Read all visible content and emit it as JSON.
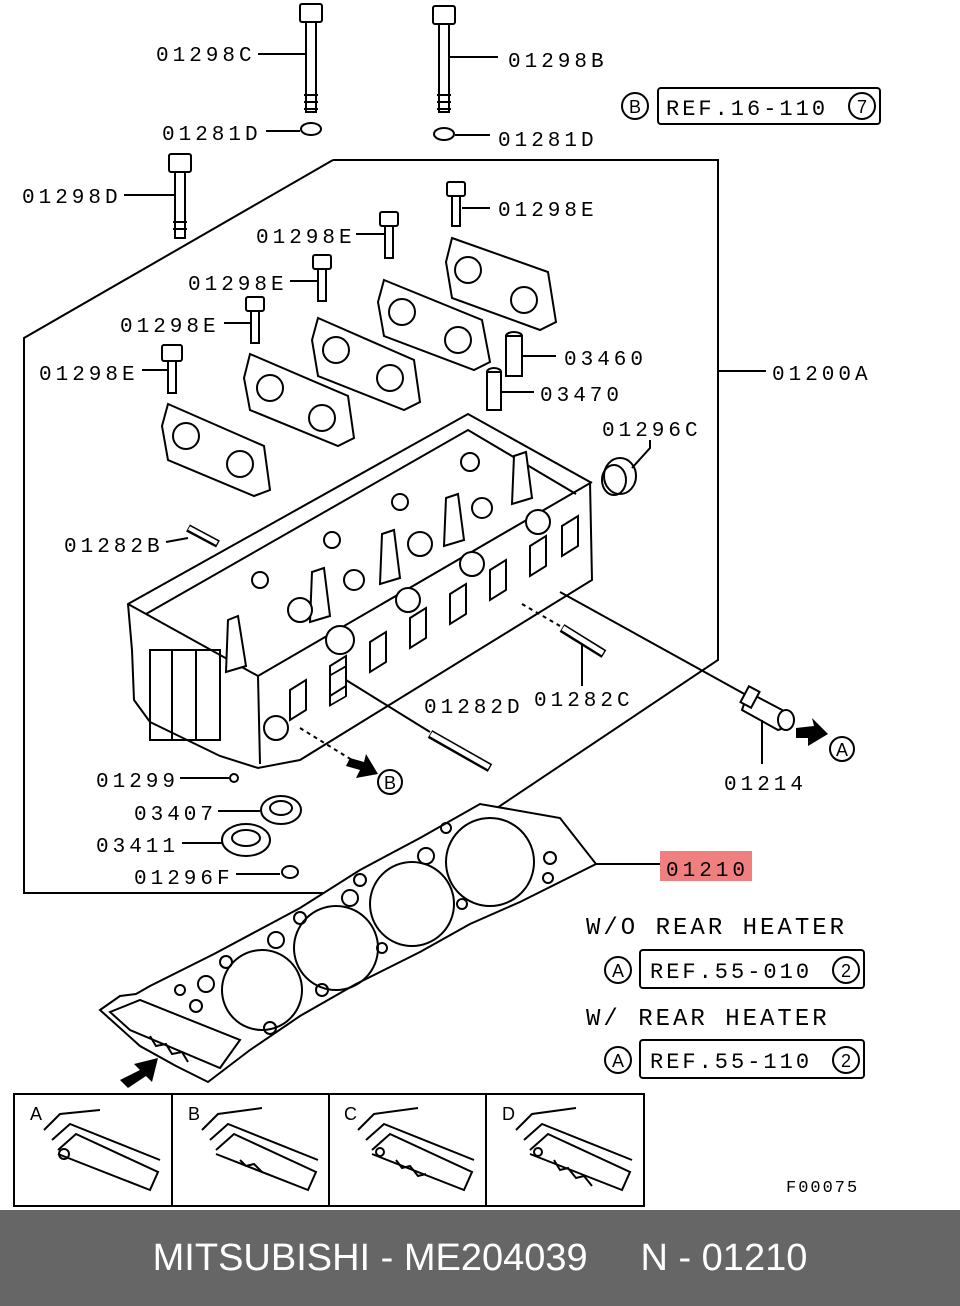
{
  "labels": {
    "c01298C": "01298C",
    "c01298B": "01298B",
    "c01281D_left": "01281D",
    "c01281D_right": "01281D",
    "c01298D": "01298D",
    "c01298E_1": "01298E",
    "c01298E_2": "01298E",
    "c01298E_3": "01298E",
    "c01298E_4": "01298E",
    "c01298E_5": "01298E",
    "c03460": "03460",
    "c03470": "03470",
    "c01200A": "01200A",
    "c01296C": "01296C",
    "c01282B": "01282B",
    "c01282D": "01282D",
    "c01282C": "01282C",
    "c01214": "01214",
    "c01299": "01299",
    "c03407": "03407",
    "c03411": "03411",
    "c01296F": "01296F",
    "c01210": "01210"
  },
  "refs": {
    "ref_b": {
      "circle": "B",
      "text": "REF.16-110",
      "num": "7"
    },
    "ref_a1": {
      "circle": "A",
      "text": "REF.55-010",
      "num": "2"
    },
    "ref_a2": {
      "circle": "A",
      "text": "REF.55-110",
      "num": "2"
    }
  },
  "markers": {
    "arrow_a": "A",
    "arrow_b": "B"
  },
  "headings": {
    "wo_rear_heater": "W/O REAR HEATER",
    "w_rear_heater": "W/ REAR HEATER"
  },
  "detail_views": [
    "A",
    "B",
    "C",
    "D"
  ],
  "figure_code": "F00075",
  "highlight_color": "#f08080",
  "footer": {
    "text": "MITSUBISHI - ME204039     N - 01210"
  }
}
